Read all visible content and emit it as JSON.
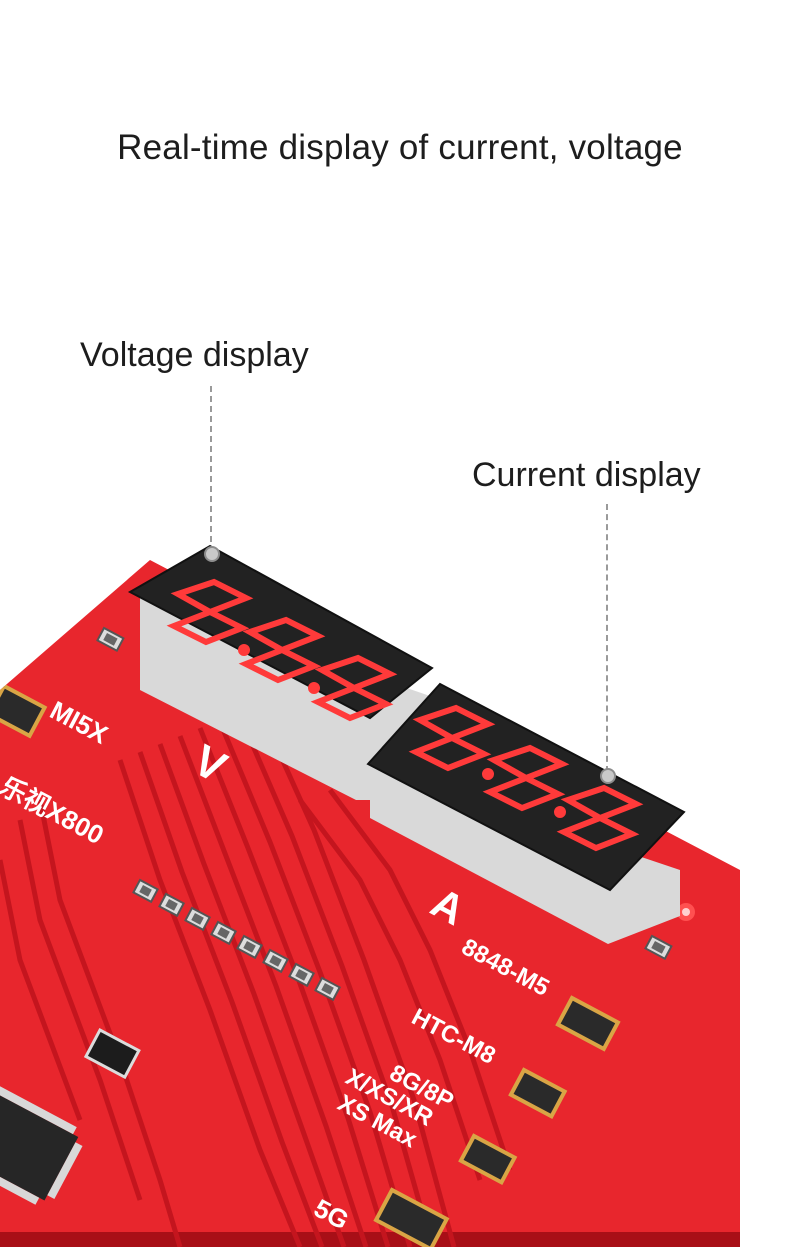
{
  "headline": "Real-time display of current, voltage",
  "callouts": {
    "voltage_display": "Voltage display",
    "current_display": "Current display"
  },
  "board": {
    "voltage_mark": "V",
    "current_mark": "A",
    "silkscreen": [
      "MI5X",
      "乐视X800",
      "8848-M5",
      "HTC-M8",
      "8G/8P",
      "X/XS/XR",
      "XS Max",
      "5G"
    ],
    "voltage_digits": "8.8.8.",
    "current_digits": "8.8.8.",
    "colors": {
      "pcb": "#e8262d",
      "pcb_dark": "#b8141c",
      "trace": "#c4151e",
      "display_body": "#222222",
      "segment": "#ff3a3a",
      "silkscreen": "#ffffff"
    }
  }
}
